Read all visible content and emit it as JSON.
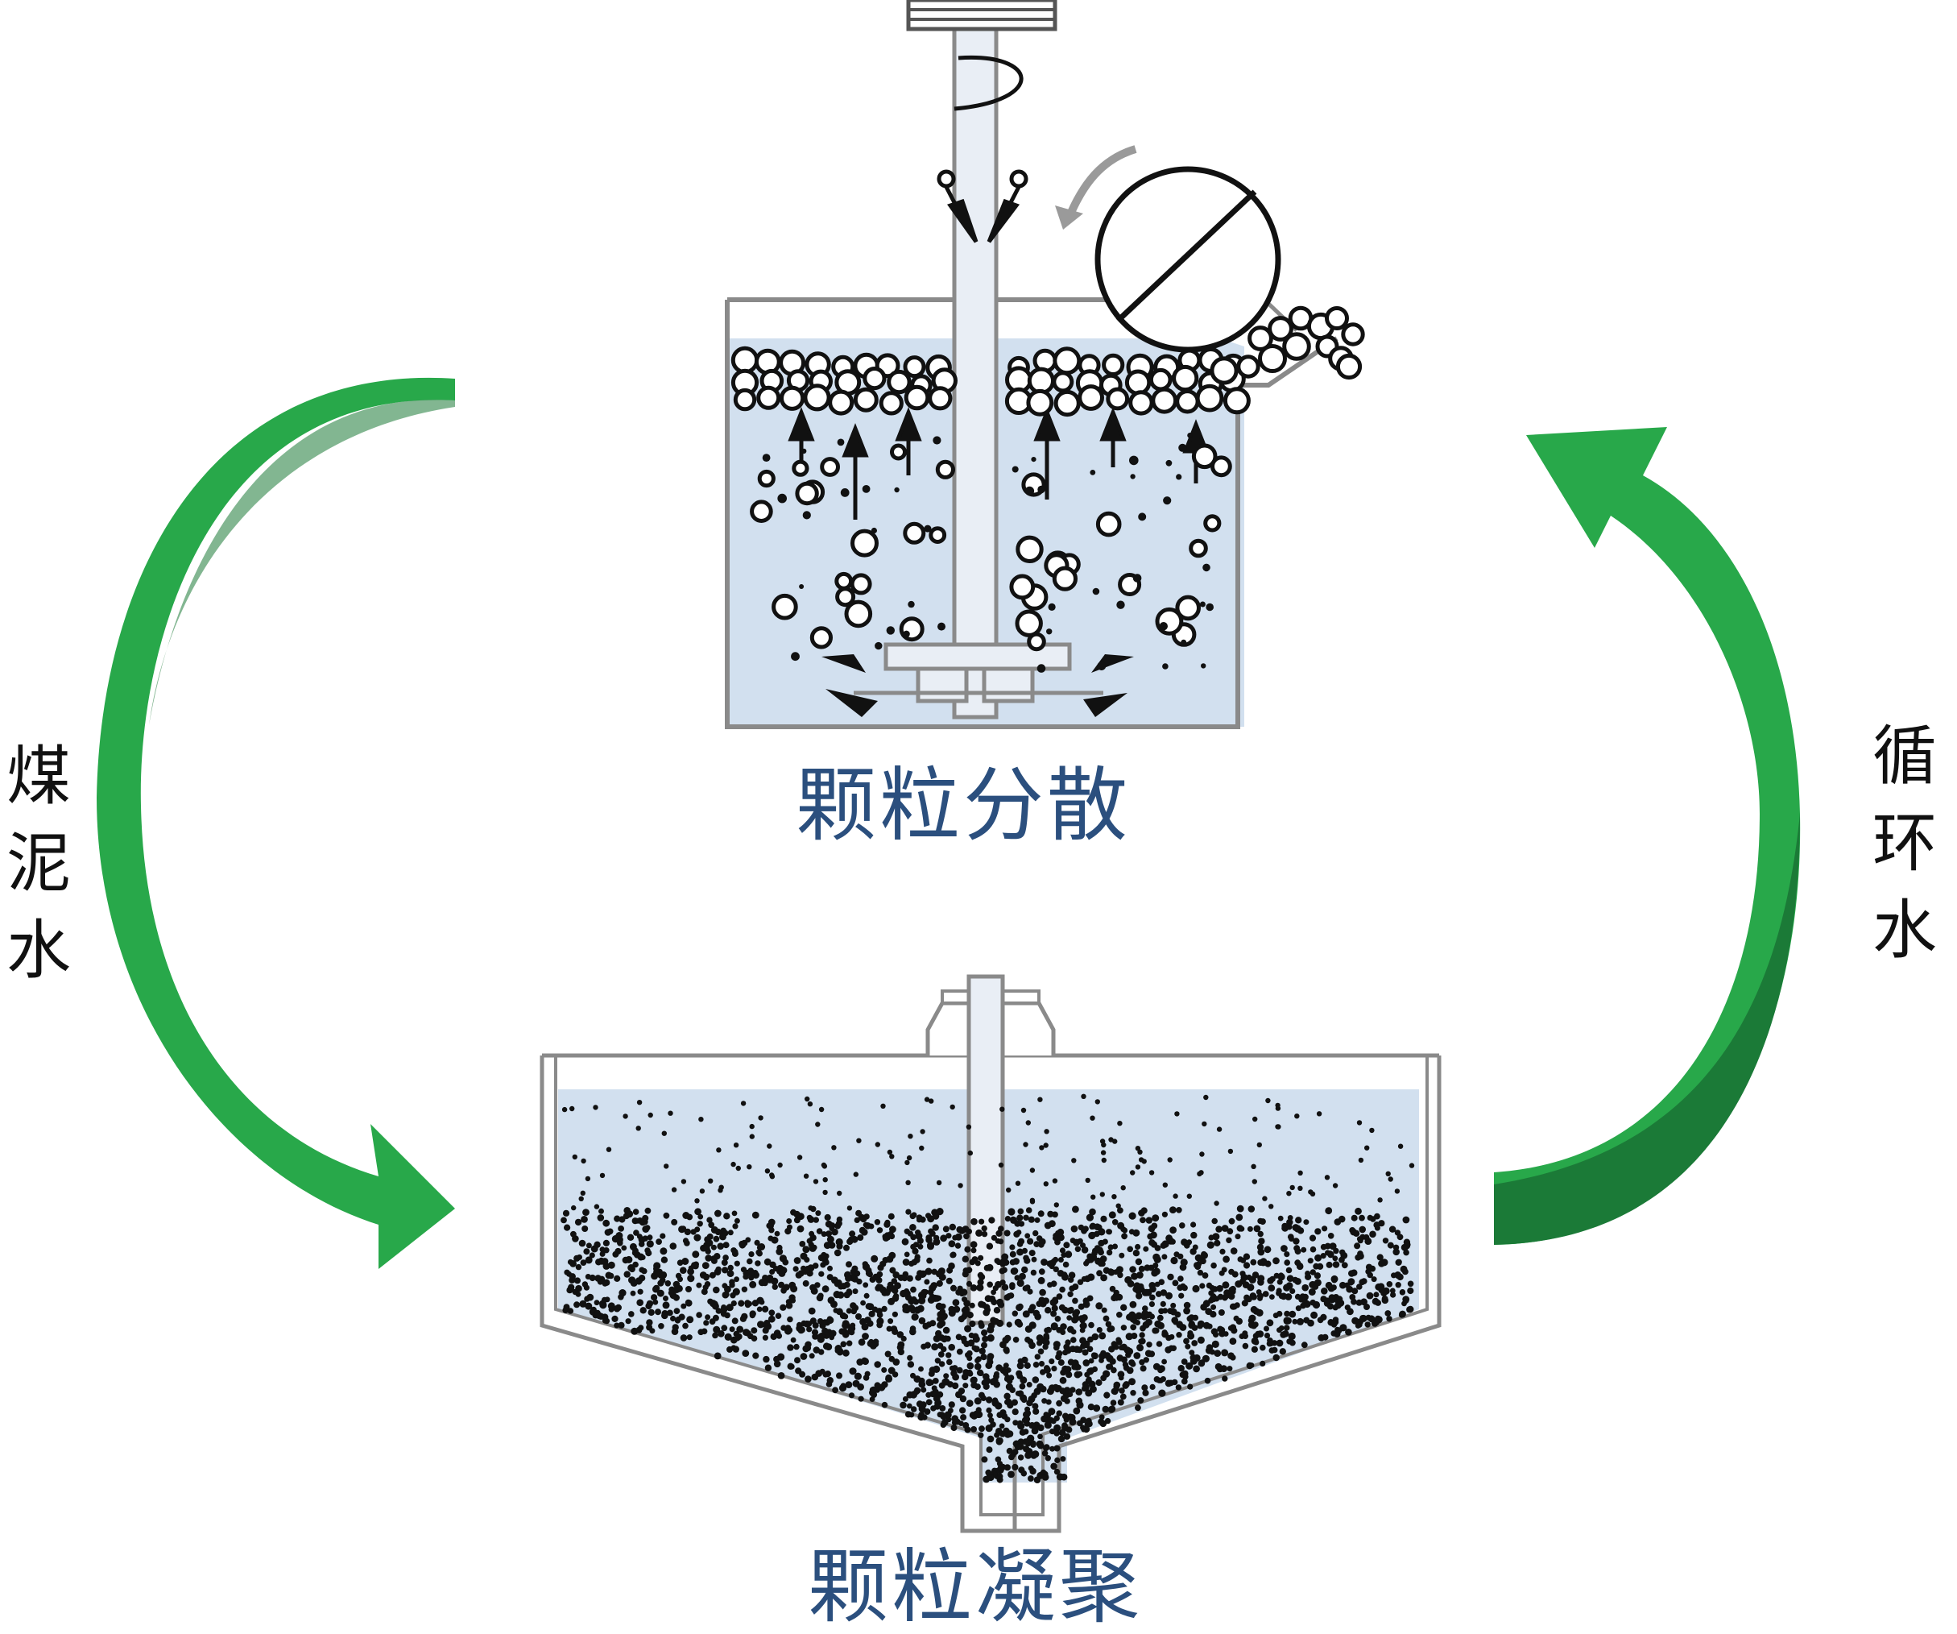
{
  "labels": {
    "top_caption": "颗粒分散",
    "bottom_caption": "颗粒凝聚",
    "left_flow": "煤泥水",
    "right_flow": "循环水"
  },
  "colors": {
    "caption": "#2b4f7e",
    "arrow_light": "#28a84a",
    "arrow_dark": "#1b7a37",
    "water": "#d2e0ef",
    "tank_outline": "#8a8a8a",
    "particle": "#111111"
  }
}
